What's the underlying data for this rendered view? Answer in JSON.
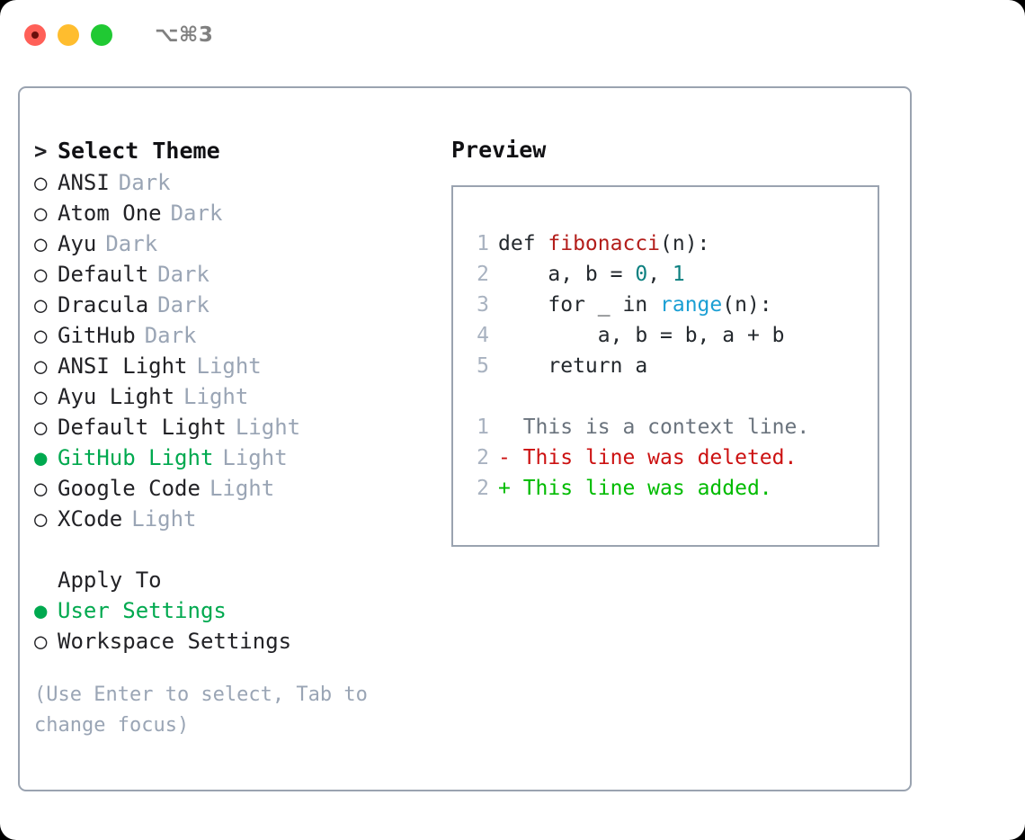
{
  "titlebar": {
    "shortcut": "⌥⌘3",
    "buttons": [
      {
        "name": "close",
        "color": "#ff6058"
      },
      {
        "name": "minimize",
        "color": "#ffbd2e"
      },
      {
        "name": "maximize",
        "color": "#20c933"
      }
    ]
  },
  "theme_section": {
    "prompt": ">",
    "title": "Select Theme",
    "items": [
      {
        "marker": "○",
        "name": "ANSI",
        "category": "Dark",
        "selected": false
      },
      {
        "marker": "○",
        "name": "Atom One",
        "category": "Dark",
        "selected": false
      },
      {
        "marker": "○",
        "name": "Ayu",
        "category": "Dark",
        "selected": false
      },
      {
        "marker": "○",
        "name": "Default",
        "category": "Dark",
        "selected": false
      },
      {
        "marker": "○",
        "name": "Dracula",
        "category": "Dark",
        "selected": false
      },
      {
        "marker": "○",
        "name": "GitHub",
        "category": "Dark",
        "selected": false
      },
      {
        "marker": "○",
        "name": "ANSI Light",
        "category": "Light",
        "selected": false
      },
      {
        "marker": "○",
        "name": "Ayu Light",
        "category": "Light",
        "selected": false
      },
      {
        "marker": "○",
        "name": "Default Light",
        "category": "Light",
        "selected": false
      },
      {
        "marker": "●",
        "name": "GitHub Light",
        "category": "Light",
        "selected": true
      },
      {
        "marker": "○",
        "name": "Google Code",
        "category": "Light",
        "selected": false
      },
      {
        "marker": "○",
        "name": "XCode",
        "category": "Light",
        "selected": false
      }
    ]
  },
  "apply_to": {
    "title": "Apply To",
    "items": [
      {
        "marker": "●",
        "name": "User Settings",
        "selected": true
      },
      {
        "marker": "○",
        "name": "Workspace Settings",
        "selected": false
      }
    ]
  },
  "hint": "(Use Enter to select, Tab to change focus)",
  "preview": {
    "title": "Preview",
    "code_lines": [
      {
        "number": "1",
        "parts": [
          {
            "text": "def ",
            "token": "plain"
          },
          {
            "text": "fibonacci",
            "token": "function"
          },
          {
            "text": "(n):",
            "token": "plain"
          }
        ]
      },
      {
        "number": "2",
        "parts": [
          {
            "text": "    a, b = ",
            "token": "plain"
          },
          {
            "text": "0",
            "token": "number"
          },
          {
            "text": ", ",
            "token": "plain"
          },
          {
            "text": "1",
            "token": "number"
          }
        ]
      },
      {
        "number": "3",
        "parts": [
          {
            "text": "    for _ in ",
            "token": "plain"
          },
          {
            "text": "range",
            "token": "builtin"
          },
          {
            "text": "(n):",
            "token": "plain"
          }
        ]
      },
      {
        "number": "4",
        "parts": [
          {
            "text": "        a, b = b, a + b",
            "token": "plain"
          }
        ]
      },
      {
        "number": "5",
        "parts": [
          {
            "text": "    return a",
            "token": "plain"
          }
        ]
      }
    ],
    "diff_lines": [
      {
        "number": "1",
        "sign": " ",
        "text": " This is a context line.",
        "kind": "context"
      },
      {
        "number": "2",
        "sign": "-",
        "text": " This line was deleted.",
        "kind": "deleted"
      },
      {
        "number": "2",
        "sign": "+",
        "text": " This line was added.",
        "kind": "added"
      }
    ]
  },
  "colors": {
    "accent_green": "#00a94f",
    "border": "#9aa3b0",
    "muted": "#9aa5b5",
    "linenumber": "#a8b2c0",
    "function_red": "#b31d1a",
    "number_teal": "#0d8080",
    "builtin_blue": "#1a9fd4",
    "diff_deleted": "#cc1111",
    "diff_added": "#00bb00",
    "diff_context": "#6a737d"
  }
}
